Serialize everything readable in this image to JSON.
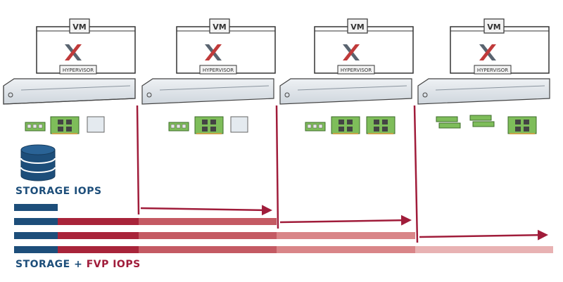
{
  "hosts": [
    {
      "vm_label": "VM",
      "hypervisor_label": "HYPERVISOR",
      "cards": [
        "nic",
        "hba",
        "ssd"
      ]
    },
    {
      "vm_label": "VM",
      "hypervisor_label": "HYPERVISOR",
      "cards": [
        "nic",
        "hba",
        "ssd"
      ]
    },
    {
      "vm_label": "VM",
      "hypervisor_label": "HYPERVISOR",
      "cards": [
        "nic",
        "hba",
        "hba"
      ]
    },
    {
      "vm_label": "VM",
      "hypervisor_label": "HYPERVISOR",
      "cards": [
        "ram",
        "ram",
        "hba"
      ]
    }
  ],
  "labels": {
    "storage_iops": "STORAGE IOPS",
    "storage_fvp_prefix": "STORAGE + ",
    "storage_fvp_suffix": "FVP IOPS"
  },
  "bars": {
    "count": 4,
    "base_color": "#1d4e7a",
    "fvp_colors": [
      "#a8243a",
      "#c45a63",
      "#d98588",
      "#e8b2b3"
    ]
  },
  "colors": {
    "accent": "#a01c3a",
    "storage": "#1d4e7a",
    "card": "#6aa84f",
    "server": "#d8dee4"
  },
  "icons": [
    "database-icon",
    "logo-x-icon",
    "arrow-right-icon"
  ]
}
